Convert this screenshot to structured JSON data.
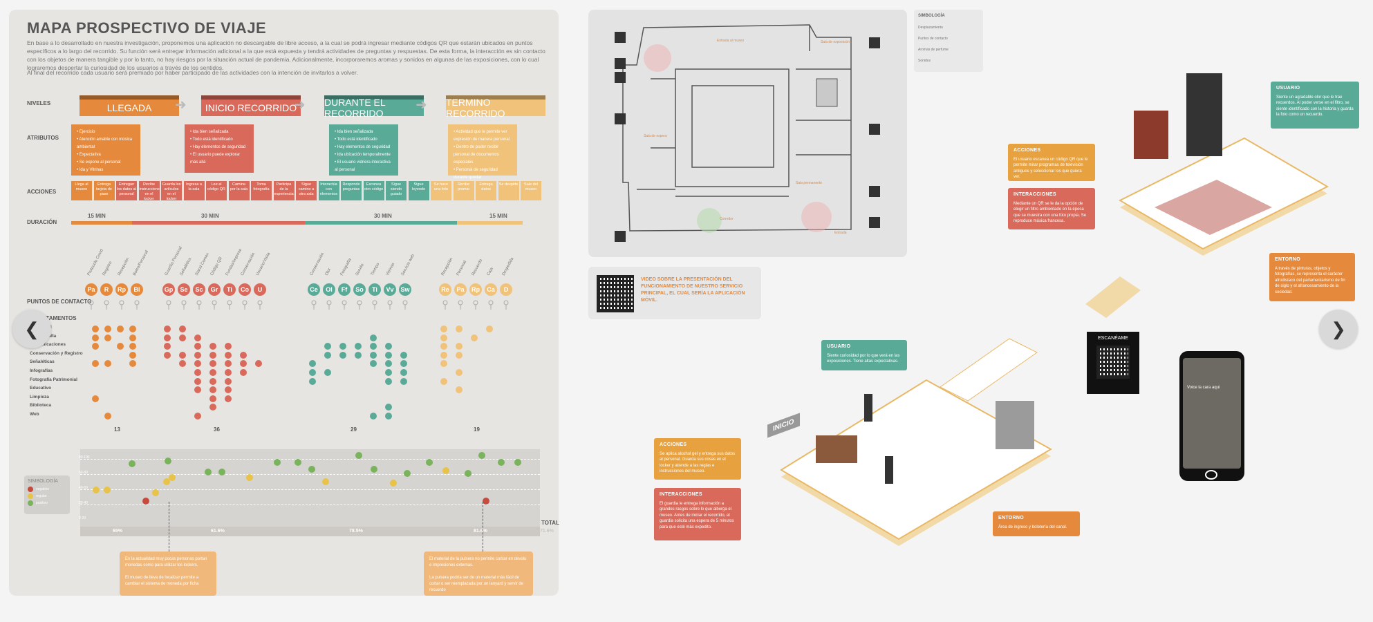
{
  "title": "MAPA PROSPECTIVO DE VIAJE",
  "intro": "En base a lo desarrollado en nuestra investigación, proponemos una aplicación no descargable de libre acceso, a la cual se podrá ingresar mediante códigos QR que estarán ubicados en puntos específicos a lo largo del recorrido. Su función será entregar información adicional a la que está expuesta y tendrá actividades de preguntas y respuestas. De esta forma, la interacción es sin contacto con los objetos de manera tangible y por lo tanto, no hay riesgos por la situación actual de pandemia. Adicionalmente, incorporaremos aromas y sonidos en algunas de las exposiciones, con lo cual lograremos despertar la curiosidad de los usuarios a través de los sentidos.",
  "intro2": "Al final del recorrido cada usuario será premiado por haber participado de las actividades con la intención de invitarlos a volver.",
  "labels": {
    "niveles": "NIVELES",
    "atributos": "ATRIBUTOS",
    "acciones": "ACCIONES",
    "duracion": "DURACIÓN",
    "puntos": "PUNTOS DE CONTACTO",
    "departamentos": "DEPARTAMENTOS",
    "total": "TOTAL",
    "simbologia": "SIMBOLOGÍA"
  },
  "stages": [
    {
      "name": "LLEGADA",
      "color": "#e58a3d"
    },
    {
      "name": "INICIO RECORRIDO",
      "color": "#d9695a"
    },
    {
      "name": "DURANTE EL RECORRIDO",
      "color": "#5aaa98"
    },
    {
      "name": "TERMINO RECORRIDO",
      "color": "#f0c27a"
    }
  ],
  "attributes": [
    "• Ejercicio\n• Atención amable con música ambiental\n• Expectativa\n• Se expone al personal\n• Ida y Vitrinas",
    "• Ida bien señalizada\n• Todo está identificado\n• Hay elementos de seguridad\n• El usuario puede explorar más allá",
    "• Ida bien señalizada\n• Todo está identificado\n• Hay elementos de seguridad\n• Ida ubicación temporalmente\n• El usuario vidriera interactiva al personal",
    "• Actividad que le permite ver expresión de manera personal\n• Dentro de poder recibir personal de documentos especiales\n• Personal de seguridad durante quedar"
  ],
  "actions": [
    [
      "Llega al museo",
      "Entrega tarjeta de pase",
      "Entregan los datos al personal",
      "Recibe instrucciones en el locker",
      "Guarda los artículos en el locker",
      "Ingresa a la sala",
      "Lee el código QR",
      "Camina por la sala",
      "Toma fotografía",
      "Participa de la experiencia",
      "Sigue camino a otra sala"
    ],
    [
      "Interactúa con elementos",
      "Responde preguntas",
      "Escanea otro código",
      "Sigue siendo guiado",
      "Sigue leyendo"
    ],
    [
      "Se hace una foto",
      "Recibe premio",
      "Entrega datos",
      "Se despide",
      "Sale del museo"
    ]
  ],
  "durations": [
    "15 MIN",
    "30 MIN",
    "30 MIN",
    "15 MIN"
  ],
  "touchpoints": [
    {
      "codes": [
        "Pa",
        "R",
        "Rp",
        "Bl"
      ],
      "names": [
        "Protocolo Covid",
        "Registro",
        "Recepción",
        "Bolso/Personal"
      ]
    },
    {
      "codes": [
        "Gp",
        "Se",
        "Sc",
        "Gr",
        "Ti",
        "Co",
        "U"
      ],
      "names": [
        "Guardia Personal",
        "Señalética",
        "Stand Comex",
        "Código QR",
        "Fundas/Impreso",
        "Conservación",
        "Usuario/Visita"
      ]
    },
    {
      "codes": [
        "Ce",
        "Ol",
        "Ff",
        "So",
        "Ti",
        "Vv",
        "Sw"
      ],
      "names": [
        "Conservación",
        "Olor",
        "Fotografía",
        "Sonido",
        "Tiempo",
        "Vitrinas",
        "Servicio web"
      ]
    },
    {
      "codes": [
        "Re",
        "Pa",
        "Rp",
        "Ca",
        "D"
      ],
      "names": [
        "Recepción",
        "Personal",
        "Recuerdo",
        "Caja",
        "Despedida"
      ]
    }
  ],
  "departments": [
    "Seguridad",
    "Museografía",
    "Comunicaciones",
    "Conservación y Registro",
    "Señaléticas",
    "Infografías",
    "Fotografía Patrimonial",
    "Educativo",
    "Limpieza",
    "Biblioteca",
    "Web"
  ],
  "counts": [
    "13",
    "36",
    "29",
    "19"
  ],
  "emotion_ticks": [
    "80-100",
    "60-80",
    "40-60",
    "20-40",
    "0-20"
  ],
  "emotion_percent": [
    "65%",
    "61.6%",
    "78.5%",
    "81.6%",
    "71.6%"
  ],
  "legend": [
    {
      "label": "negativo",
      "color": "#c74a3e"
    },
    {
      "label": "regular",
      "color": "#e7c34a"
    },
    {
      "label": "positivo",
      "color": "#79b35b"
    }
  ],
  "notes": [
    "En la actualidad muy pocas personas portan monedas como para utilizar los lockers.\n\nEl museo de lleva de localizar permite a cambiar el sistema de moneda por ficha",
    "El material de la pulsera no permite contar en devolu e impresiones externas.\n\nLa pulsera podría ser de un material más fácil de cortar o ser reemplazada por un lanyard y servir de recuerdo"
  ],
  "right": {
    "symbology_title": "SIMBOLOGÍA",
    "symbology": [
      "Desplazamiento",
      "Puntos de contacto",
      "Aromas de perfume",
      "Sonidos"
    ],
    "plan_labels": [
      "Entrada al museo",
      "Sala de exposición",
      "Sala de espera",
      "Sala permanente",
      "Corredor",
      "Entrada"
    ],
    "qr_text": "VIDEO SOBRE LA PRESENTACIÓN DEL FUNCIONAMIENTO DE NUESTRO SERVICIO PRINCIPAL, EL CUAL SERÍA LA APLICACIÓN MÓVIL.",
    "usuario_top": {
      "title": "USUARIO",
      "text": "Siente un agradable olor que le trae recuerdos. Al poder verse en el filtro, se siente identificado con la historia y guarda la foto como un recuerdo."
    },
    "acciones_top": {
      "title": "ACCIONES",
      "text": "El usuario escanea un código QR que le permite mirar programas de televisión antiguos y seleccionar los que quiera ver."
    },
    "interacciones_top": {
      "title": "INTERACCIONES",
      "text": "Mediante un QR se le da la opción de elegir un filtro ambientado en la época que se muestra con una foto propia. Se reproduce música francesa."
    },
    "entorno_top": {
      "title": "ENTORNO",
      "text": "A través de pinturas, objetos y fotografías, se representa el carácter afrodisíaco del parlamentarismo de fin de siglo y el afrancesamiento de la sociedad."
    },
    "usuario_bottom": {
      "title": "USUARIO",
      "text": "Siente curiosidad por lo que verá en las exposiciones. Tiene altas expectativas."
    },
    "acciones_bottom": {
      "title": "ACCIONES",
      "text": "Se aplica alcohol gel y entrega sus datos al personal. Guarda sus cosas en el locker y atiende a las reglas e instrucciones del museo."
    },
    "interacciones_bottom": {
      "title": "INTERACCIONES",
      "text": "El guardia le entrega información a grandes rasgos sobre lo que alberga el museo. Antes de iniciar el recorrido, el guardia solicita una espera de 5 minutos para que esté más expedito."
    },
    "entorno_bottom": {
      "title": "ENTORNO",
      "text": "Área de ingreso y boletería del canal."
    },
    "inicio": "INICIO",
    "escaneame": "ESCANÉAME",
    "phone_text": "Voice la cara aqui"
  },
  "nav": {
    "prev": "❮",
    "next": "❯"
  }
}
